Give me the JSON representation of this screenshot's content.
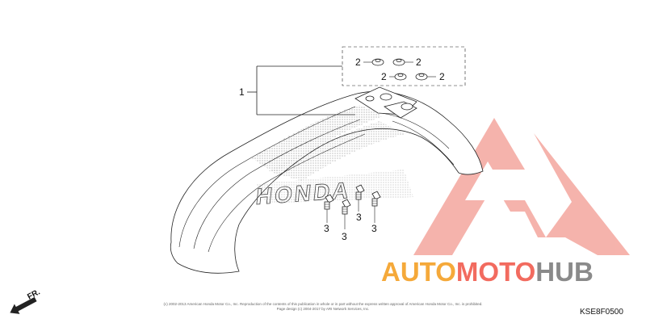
{
  "diagram": {
    "callouts": [
      {
        "id": "fender",
        "label": "1"
      },
      {
        "id": "washer-a",
        "label": "2"
      },
      {
        "id": "washer-b",
        "label": "2"
      },
      {
        "id": "washer-c",
        "label": "2"
      },
      {
        "id": "washer-d",
        "label": "2"
      },
      {
        "id": "bolt-a",
        "label": "3"
      },
      {
        "id": "bolt-b",
        "label": "3"
      },
      {
        "id": "bolt-c",
        "label": "3"
      }
    ],
    "fender_brand_text": "HONDA",
    "direction_label": "FR.",
    "figure_code": "KSE8F0500",
    "copyright_line_1": "(c) 2002-2013 American Honda Motor Co., Inc. Reproduction of the contents of this publication in whole or in part without the express written approval of American Honda Motor Co., Inc. is prohibited.",
    "copyright_line_2": "Page design (c) 2004-2017 by ARI Network Services, Inc."
  },
  "watermark": {
    "text_part_1": "AUTO",
    "text_part_2": "MOTO",
    "text_part_3": "HUB",
    "color_orange": "#f5a93a",
    "color_red": "#f26b5f",
    "color_gray": "#8a8a8a"
  }
}
